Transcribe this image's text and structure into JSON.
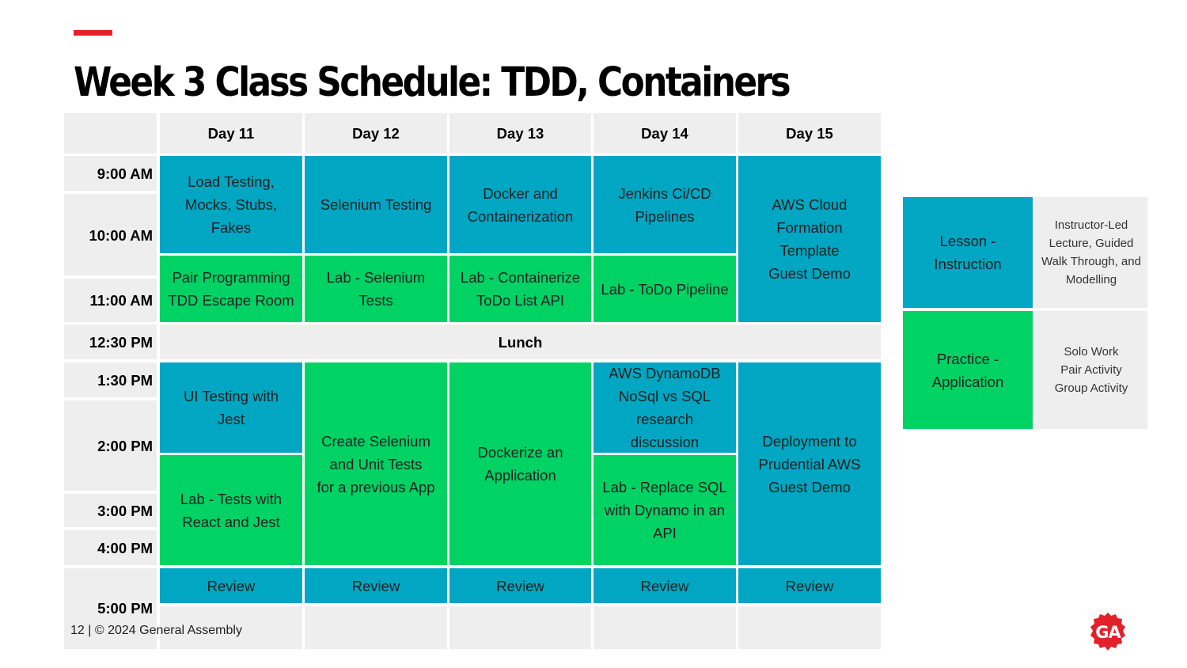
{
  "page": {
    "title": "Week 3 Class Schedule: TDD, Containers"
  },
  "header": {
    "days": [
      "Day 11",
      "Day 12",
      "Day 13",
      "Day 14",
      "Day 15"
    ]
  },
  "times": {
    "t900": "9:00 AM",
    "t1000": "10:00 AM",
    "t1100": "11:00 AM",
    "t1230": "12:30 PM",
    "t130": "1:30 PM",
    "t200": "2:00 PM",
    "t300": "3:00 PM",
    "t400": "4:00 PM",
    "t500": "5:00 PM"
  },
  "sessions": {
    "d11_morning": "Load Testing,\nMocks, Stubs,\nFakes",
    "d12_morning": "Selenium Testing",
    "d13_morning": "Docker and\nContainerization",
    "d14_morning": "Jenkins Ci/CD\nPipelines",
    "d15_morning": "AWS Cloud\nFormation\nTemplate\nGuest Demo",
    "d11_lab": "Pair Programming\nTDD Escape Room",
    "d12_lab": "Lab - Selenium\nTests",
    "d13_lab": "Lab - Containerize\nToDo List API",
    "d14_lab": "Lab - ToDo Pipeline",
    "lunch": "Lunch",
    "d11_afternoon": "UI Testing with\nJest",
    "d11_afternoon_lab": "Lab - Tests with\nReact and Jest",
    "d12_afternoon": "Create Selenium\nand Unit Tests\nfor a previous App",
    "d13_afternoon": "Dockerize an\nApplication",
    "d14_afternoon": "AWS DynamoDB\nNoSql vs SQL\nresearch\ndiscussion",
    "d14_afternoon_lab": "Lab - Replace SQL\nwith Dynamo in an\nAPI",
    "d15_afternoon": "Deployment to\nPrudential AWS\nGuest Demo",
    "review": "Review"
  },
  "legend": {
    "lesson_label": "Lesson -\nInstruction",
    "lesson_desc": "Instructor-Led\nLecture, Guided\nWalk Through, and\nModelling",
    "practice_label": "Practice -\nApplication",
    "practice_desc": "Solo Work\nPair Activity\nGroup Activity"
  },
  "footer": {
    "text": "12 | © 2024 General Assembly"
  },
  "logo": {
    "text": "GA"
  },
  "colors": {
    "lesson": "#00a6c2",
    "practice": "#00d264",
    "accent": "#e4202a",
    "neutral": "#eeeeee"
  }
}
